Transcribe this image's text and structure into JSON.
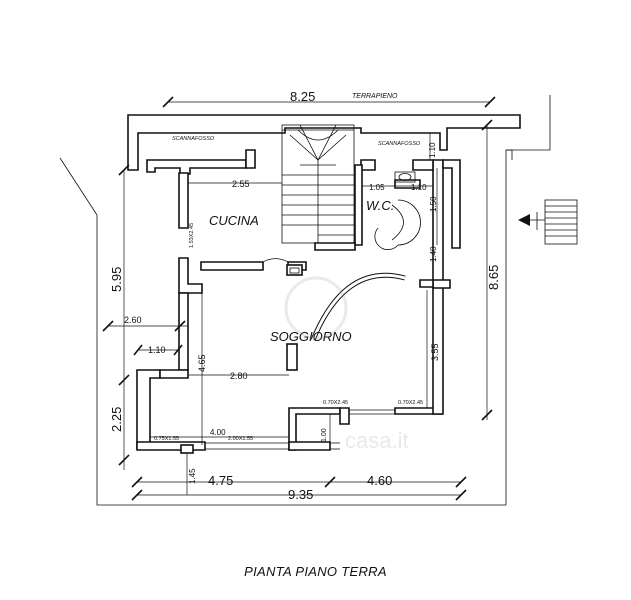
{
  "caption": "PIANTA PIANO TERRA",
  "labels": {
    "terrapieno": "TERRAPIENO",
    "scannafosso_left": "SCANNAFOSSO",
    "scannafosso_right": "SCANNAFOSSO"
  },
  "rooms": {
    "cucina": "CUCINA",
    "wc": "W.C.",
    "soggiorno": "SOGGIORNO"
  },
  "dimensions": {
    "top_width": "8.25",
    "right_height": "8.65",
    "left_upper_height": "5.95",
    "left_lower_height": "2.25",
    "bottom_total": "9.35",
    "bottom_left": "4.75",
    "bottom_right": "4.60",
    "bottom_small": "1.45",
    "cucina_width": "2.55",
    "cucina_door": "1.53X2.45",
    "wc_width_a": "1.05",
    "wc_width_b": "1.10",
    "wc_top": "1.10",
    "wc_height": "1.50",
    "wc_lower": "1.40",
    "left_offset": "2.60",
    "left_step": "1.10",
    "soggiorno_height": "4.65",
    "soggiorno_width": "2.80",
    "right_inner_height": "3.55",
    "lower_width": "4.00",
    "lower_height": "1.00",
    "window_a": "0.70X2.45",
    "window_b": "0.70X2.45",
    "window_c": "0.75X1.55",
    "window_d": "2.00X1.55"
  },
  "watermark": "casa.it"
}
